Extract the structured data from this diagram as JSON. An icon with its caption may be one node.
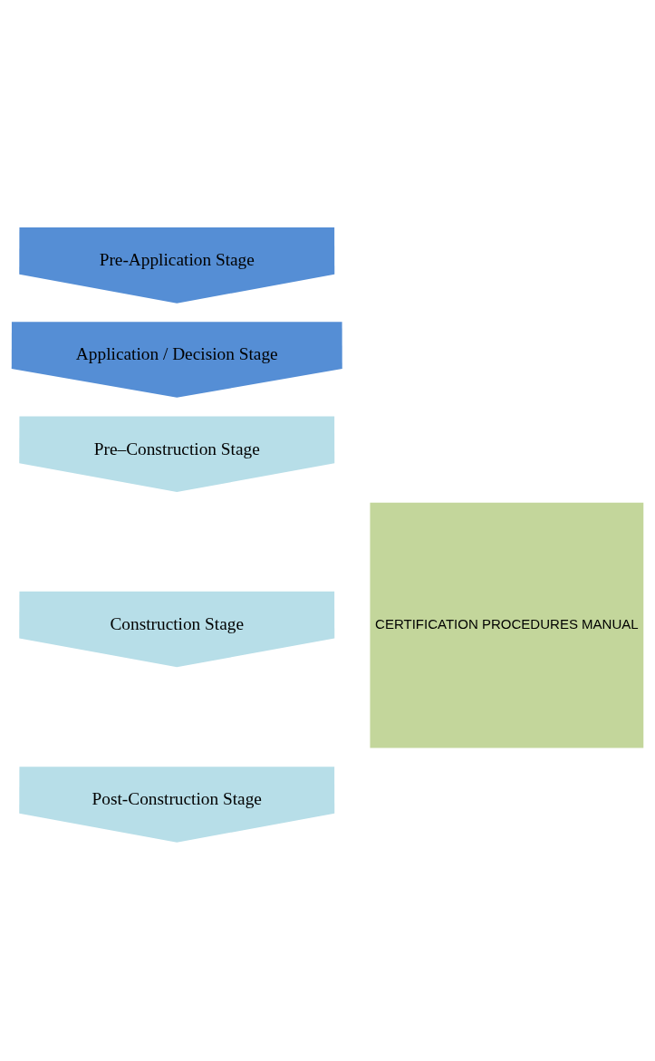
{
  "diagram": {
    "nodes": [
      {
        "text": [
          "Pre-Application Stage"
        ]
      },
      {
        "text": [
          "Application / Decision Stage"
        ]
      },
      {
        "text": [
          "Pre–Construction Stage"
        ]
      },
      {
        "text": [
          "Construction Stage"
        ]
      },
      {
        "text": [
          "Post-Construction Stage"
        ]
      },
      {
        "text": [
          "CERTIFICATION PROCEDURES MANUAL"
        ]
      }
    ]
  }
}
